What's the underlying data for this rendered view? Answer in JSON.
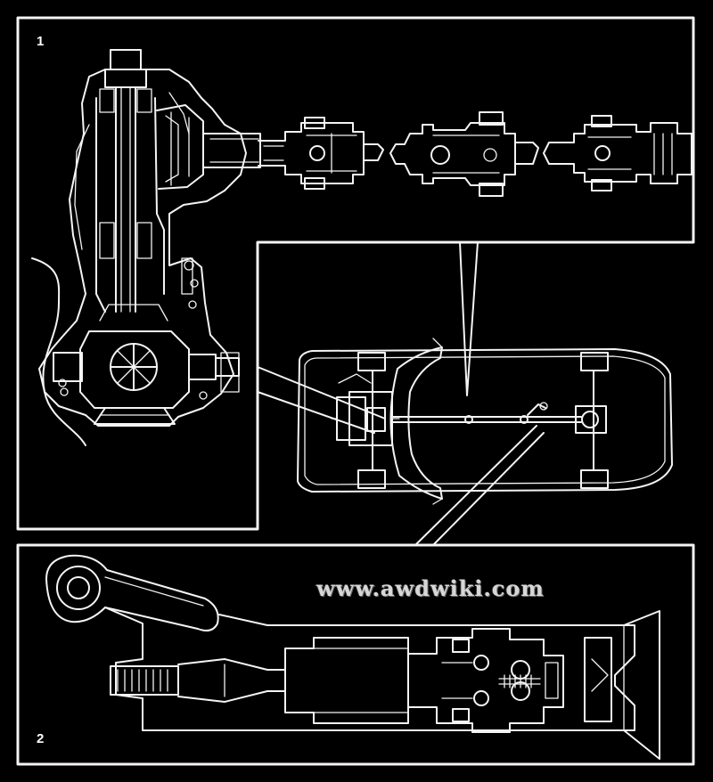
{
  "panels": [
    {
      "id": "1",
      "number": "1"
    },
    {
      "id": "2",
      "number": "2"
    }
  ],
  "watermark": "www.awdwiki.com",
  "colors": {
    "background": "#000000",
    "linework": "#f4f4f4",
    "watermark": "#d7d7d7"
  }
}
